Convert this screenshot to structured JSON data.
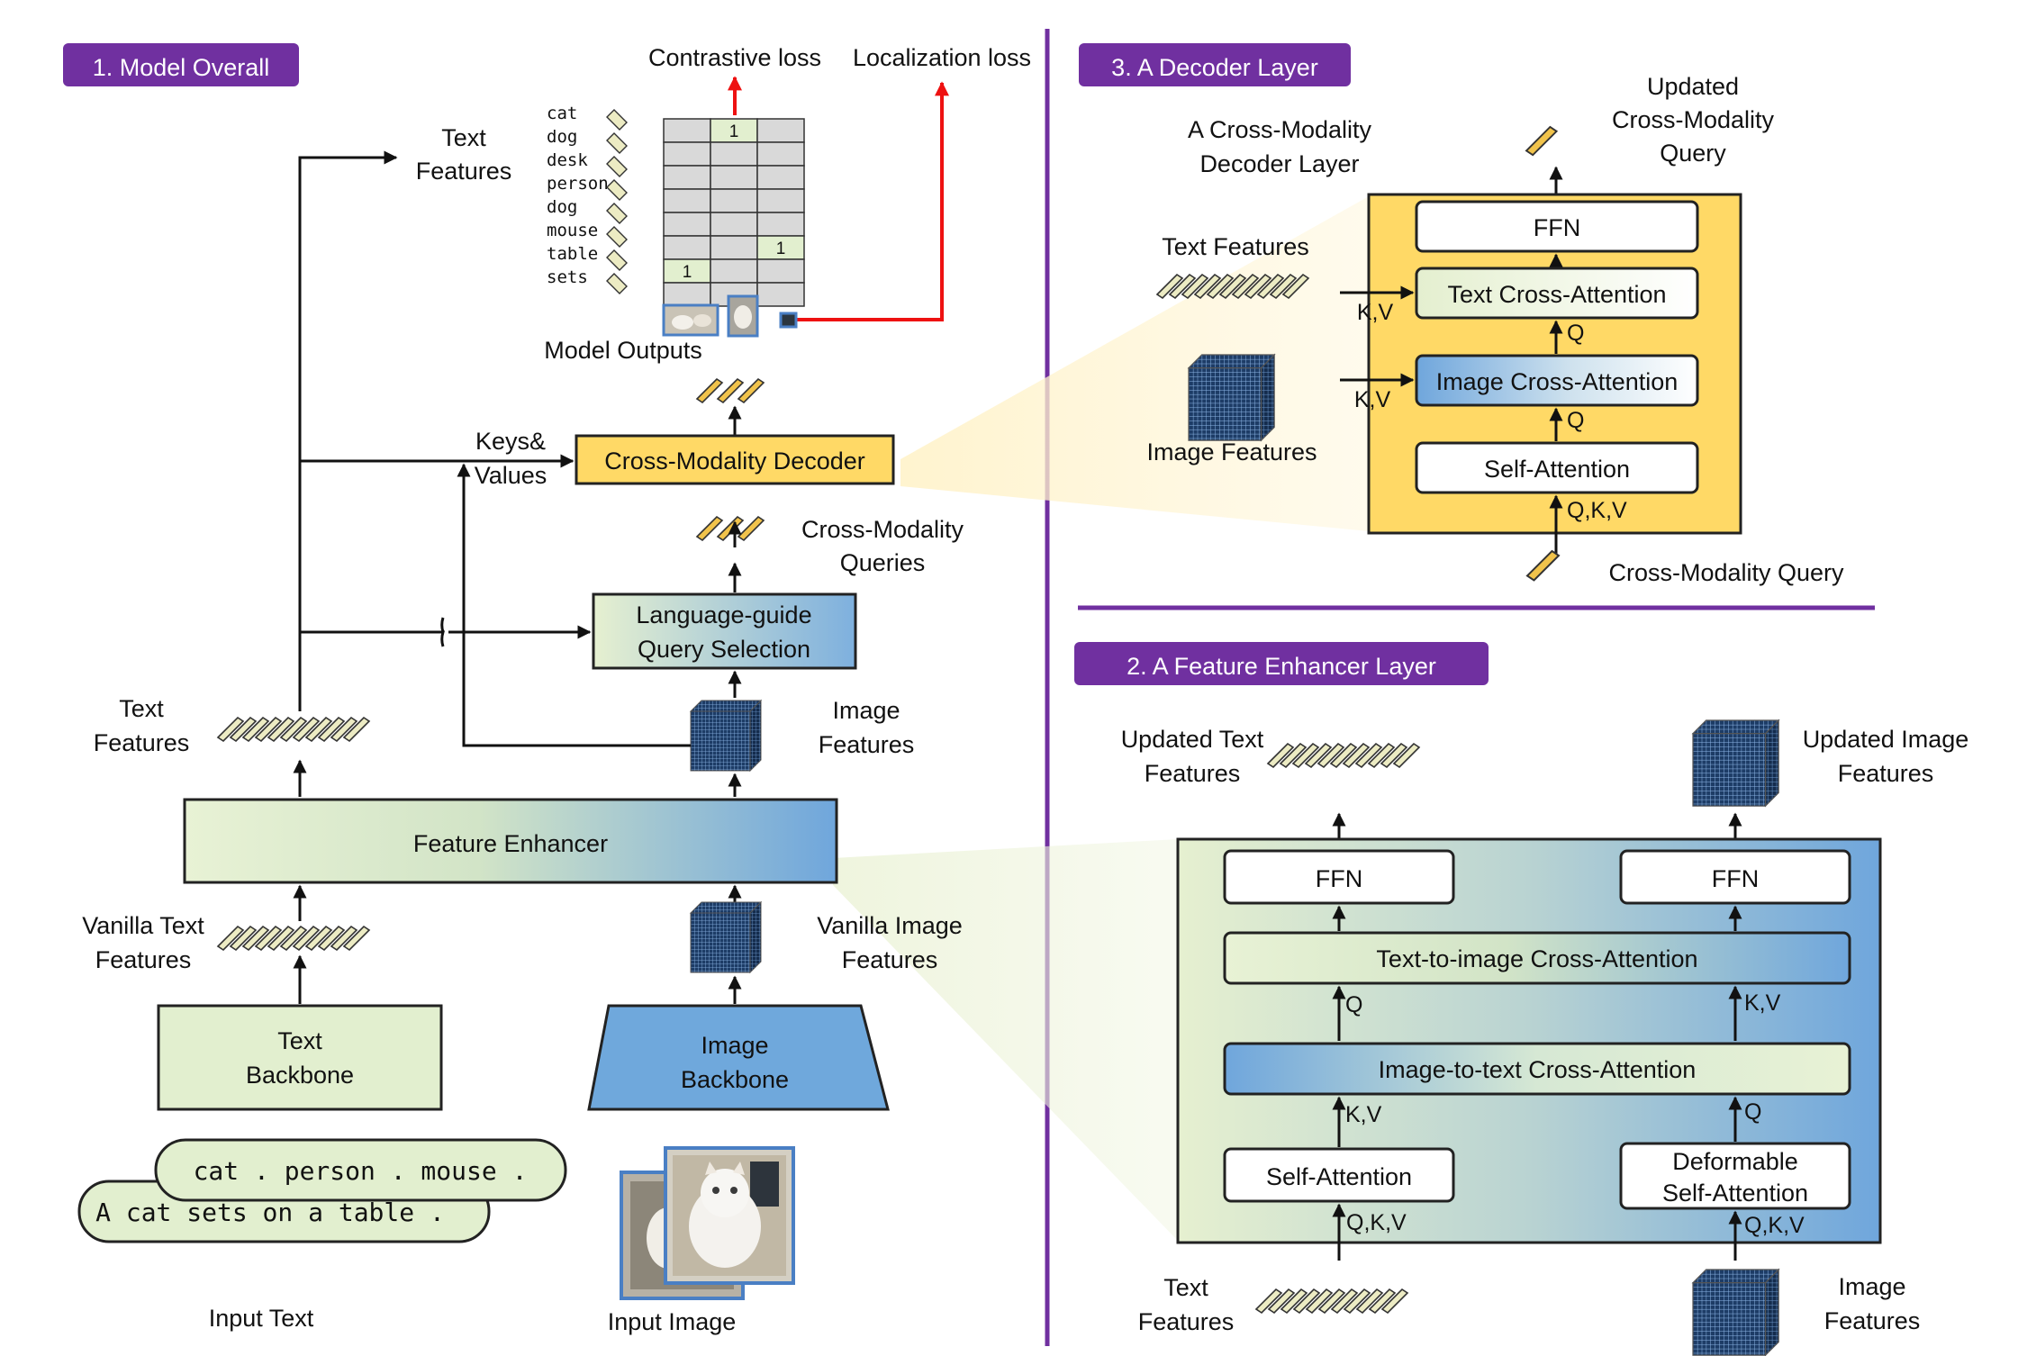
{
  "sections": {
    "overall": "1. Model Overall",
    "decoder": "3. A Decoder Layer",
    "enhancer": "2. A Feature Enhancer Layer"
  },
  "overall": {
    "contrastive_loss": "Contrastive loss",
    "localization_loss": "Localization loss",
    "text_features_top": [
      "Text",
      "Features"
    ],
    "token_words": [
      "cat",
      "dog",
      "desk",
      "person",
      "dog",
      "mouse",
      "table",
      "sets"
    ],
    "grid_marks": [
      {
        "row": 0,
        "col": 1,
        "label": "1"
      },
      {
        "row": 5,
        "col": 2,
        "label": "1"
      },
      {
        "row": 6,
        "col": 0,
        "label": "1"
      }
    ],
    "model_outputs": "Model Outputs",
    "keys_values": [
      "Keys&",
      "Values"
    ],
    "decoder_label": "Cross-Modality Decoder",
    "cm_queries": [
      "Cross-Modality",
      "Queries"
    ],
    "query_selection": [
      "Language-guide",
      "Query Selection"
    ],
    "text_features": [
      "Text",
      "Features"
    ],
    "image_features": [
      "Image",
      "Features"
    ],
    "feature_enhancer": "Feature Enhancer",
    "vanilla_text": [
      "Vanilla Text",
      "Features"
    ],
    "vanilla_image": [
      "Vanilla Image",
      "Features"
    ],
    "text_backbone": [
      "Text",
      "Backbone"
    ],
    "image_backbone": [
      "Image",
      "Backbone"
    ],
    "prompt1": "cat . person . mouse .",
    "prompt2": "A cat sets on a table .",
    "input_text": "Input Text",
    "input_image": "Input Image"
  },
  "decoder_layer": {
    "title": [
      "A Cross-Modality",
      "Decoder Layer"
    ],
    "updated_query": [
      "Updated",
      "Cross-Modality",
      "Query"
    ],
    "ffn": "FFN",
    "text_ca": "Text Cross-Attention",
    "image_ca": "Image Cross-Attention",
    "self_attn": "Self-Attention",
    "text_features": "Text Features",
    "image_features": "Image Features",
    "kv": "K,V",
    "q": "Q",
    "qkv": "Q,K,V",
    "cm_query": "Cross-Modality Query"
  },
  "enhancer_layer": {
    "updated_text": [
      "Updated Text",
      "Features"
    ],
    "updated_image": [
      "Updated Image",
      "Features"
    ],
    "ffn_left": "FFN",
    "ffn_right": "FFN",
    "t2i": "Text-to-image Cross-Attention",
    "i2t": "Image-to-text Cross-Attention",
    "self_attn": "Self-Attention",
    "deform": [
      "Deformable",
      "Self-Attention"
    ],
    "q": "Q",
    "kv": "K,V",
    "qkv": "Q,K,V",
    "text_features": [
      "Text",
      "Features"
    ],
    "image_features": [
      "Image",
      "Features"
    ]
  },
  "colors": {
    "purple": "#7030a0",
    "yellow": "#ffd966",
    "light_green": "#e2efcf",
    "blue": "#6fa8dc",
    "red": "#ee1111"
  }
}
